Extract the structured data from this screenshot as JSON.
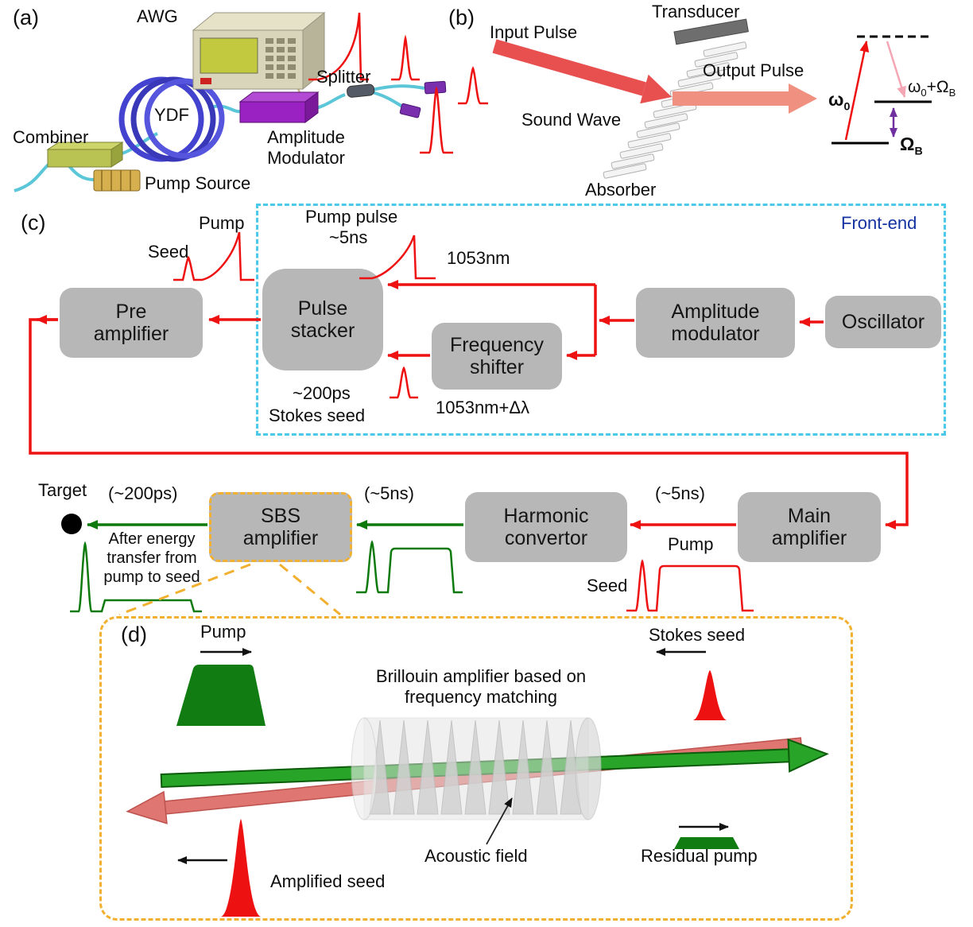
{
  "colors": {
    "red": "#ee1111",
    "green": "#0e7a0e",
    "cyan_dash": "#4cc9e8",
    "orange_dash": "#f2b031",
    "gray_box": "#b7b7b7",
    "front_end_blue": "#1433a0",
    "purple": "#7030a0"
  },
  "panel_a": {
    "label": "(a)",
    "awg": "AWG",
    "splitter": "Splitter",
    "ydf": "YDF",
    "amplitude_modulator": "Amplitude\nModulator",
    "combiner": "Combiner",
    "pump_source": "Pump Source"
  },
  "panel_b": {
    "label": "(b)",
    "input_pulse": "Input Pulse",
    "transducer": "Transducer",
    "output_pulse": "Output Pulse",
    "sound_wave": "Sound Wave",
    "absorber": "Absorber",
    "omega0_base": "ω",
    "omega0_sub": "0",
    "omega_plus_base": "ω",
    "omega_plus_sub": "0",
    "omega_plus_rest": "+Ω",
    "omega_plus_rest_sub": "B",
    "omegaB_base": "Ω",
    "omegaB_sub": "B"
  },
  "panel_c": {
    "label": "(c)",
    "front_end": "Front-end",
    "boxes": {
      "pre_amplifier": "Pre\namplifier",
      "pulse_stacker": "Pulse\nstacker",
      "frequency_shifter": "Frequency\nshifter",
      "amplitude_modulator": "Amplitude\nmodulator",
      "oscillator": "Oscillator",
      "sbs_amplifier": "SBS\namplifier",
      "harmonic_convertor": "Harmonic\nconvertor",
      "main_amplifier": "Main\namplifier"
    },
    "labels": {
      "seed": "Seed",
      "pump": "Pump",
      "pump_pulse": "Pump pulse",
      "ns5": "~5ns",
      "wl1": "1053nm",
      "ps200": "~200ps",
      "stokes_seed": "Stokes seed",
      "wl2": "1053nm+Δλ",
      "target": "Target",
      "t200ps": "(~200ps)",
      "t5ns_a": "(~5ns)",
      "t5ns_b": "(~5ns)",
      "after_transfer": "After energy\ntransfer from\npump to seed",
      "pump2": "Pump",
      "seed2": "Seed"
    }
  },
  "panel_d": {
    "label": "(d)",
    "pump": "Pump",
    "stokes_seed": "Stokes seed",
    "title": "Brillouin amplifier based on\nfrequency matching",
    "acoustic_field": "Acoustic field",
    "residual_pump": "Residual pump",
    "amplified_seed": "Amplified seed"
  }
}
